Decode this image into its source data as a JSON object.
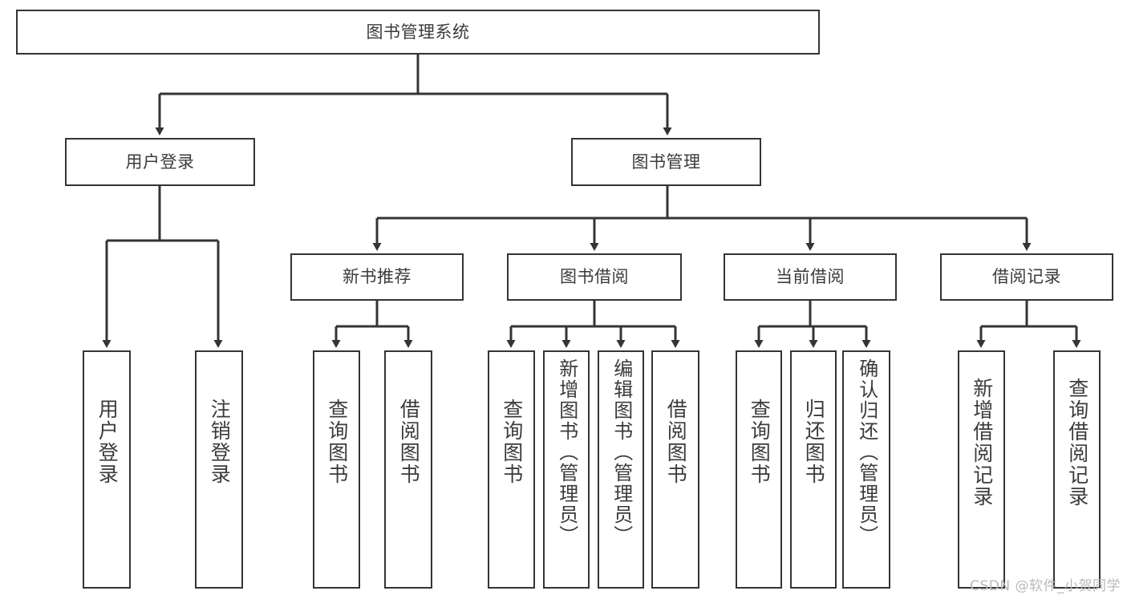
{
  "diagram": {
    "title": "图书管理系统",
    "type": "tree-hierarchy-diagram",
    "colors": {
      "box_border": "#343434",
      "box_fill": "#ffffff",
      "text": "#3b3b3b",
      "edge": "#343434",
      "watermark": "#b9b9b9",
      "background": "#ffffff"
    },
    "root": {
      "label": "图书管理系统"
    },
    "level2": [
      {
        "label": "用户登录"
      },
      {
        "label": "图书管理"
      }
    ],
    "level3": [
      {
        "label": "新书推荐"
      },
      {
        "label": "图书借阅"
      },
      {
        "label": "当前借阅"
      },
      {
        "label": "借阅记录"
      }
    ],
    "leaves": {
      "user_login": [
        {
          "label": "用户登录"
        },
        {
          "label": "注销登录"
        }
      ],
      "new_book_recommend": [
        {
          "label": "查询图书"
        },
        {
          "label": "借阅图书"
        }
      ],
      "book_borrow": [
        {
          "label": "查询图书"
        },
        {
          "label": "新增图书（管理员）"
        },
        {
          "label": "编辑图书（管理员）"
        },
        {
          "label": "借阅图书"
        }
      ],
      "current_borrow": [
        {
          "label": "查询图书"
        },
        {
          "label": "归还图书"
        },
        {
          "label": "确认归还（管理员）"
        }
      ],
      "borrow_record": [
        {
          "label": "新增借阅记录"
        },
        {
          "label": "查询借阅记录"
        }
      ]
    }
  },
  "watermark": {
    "text": "CSDN @软件_小贺同学"
  }
}
